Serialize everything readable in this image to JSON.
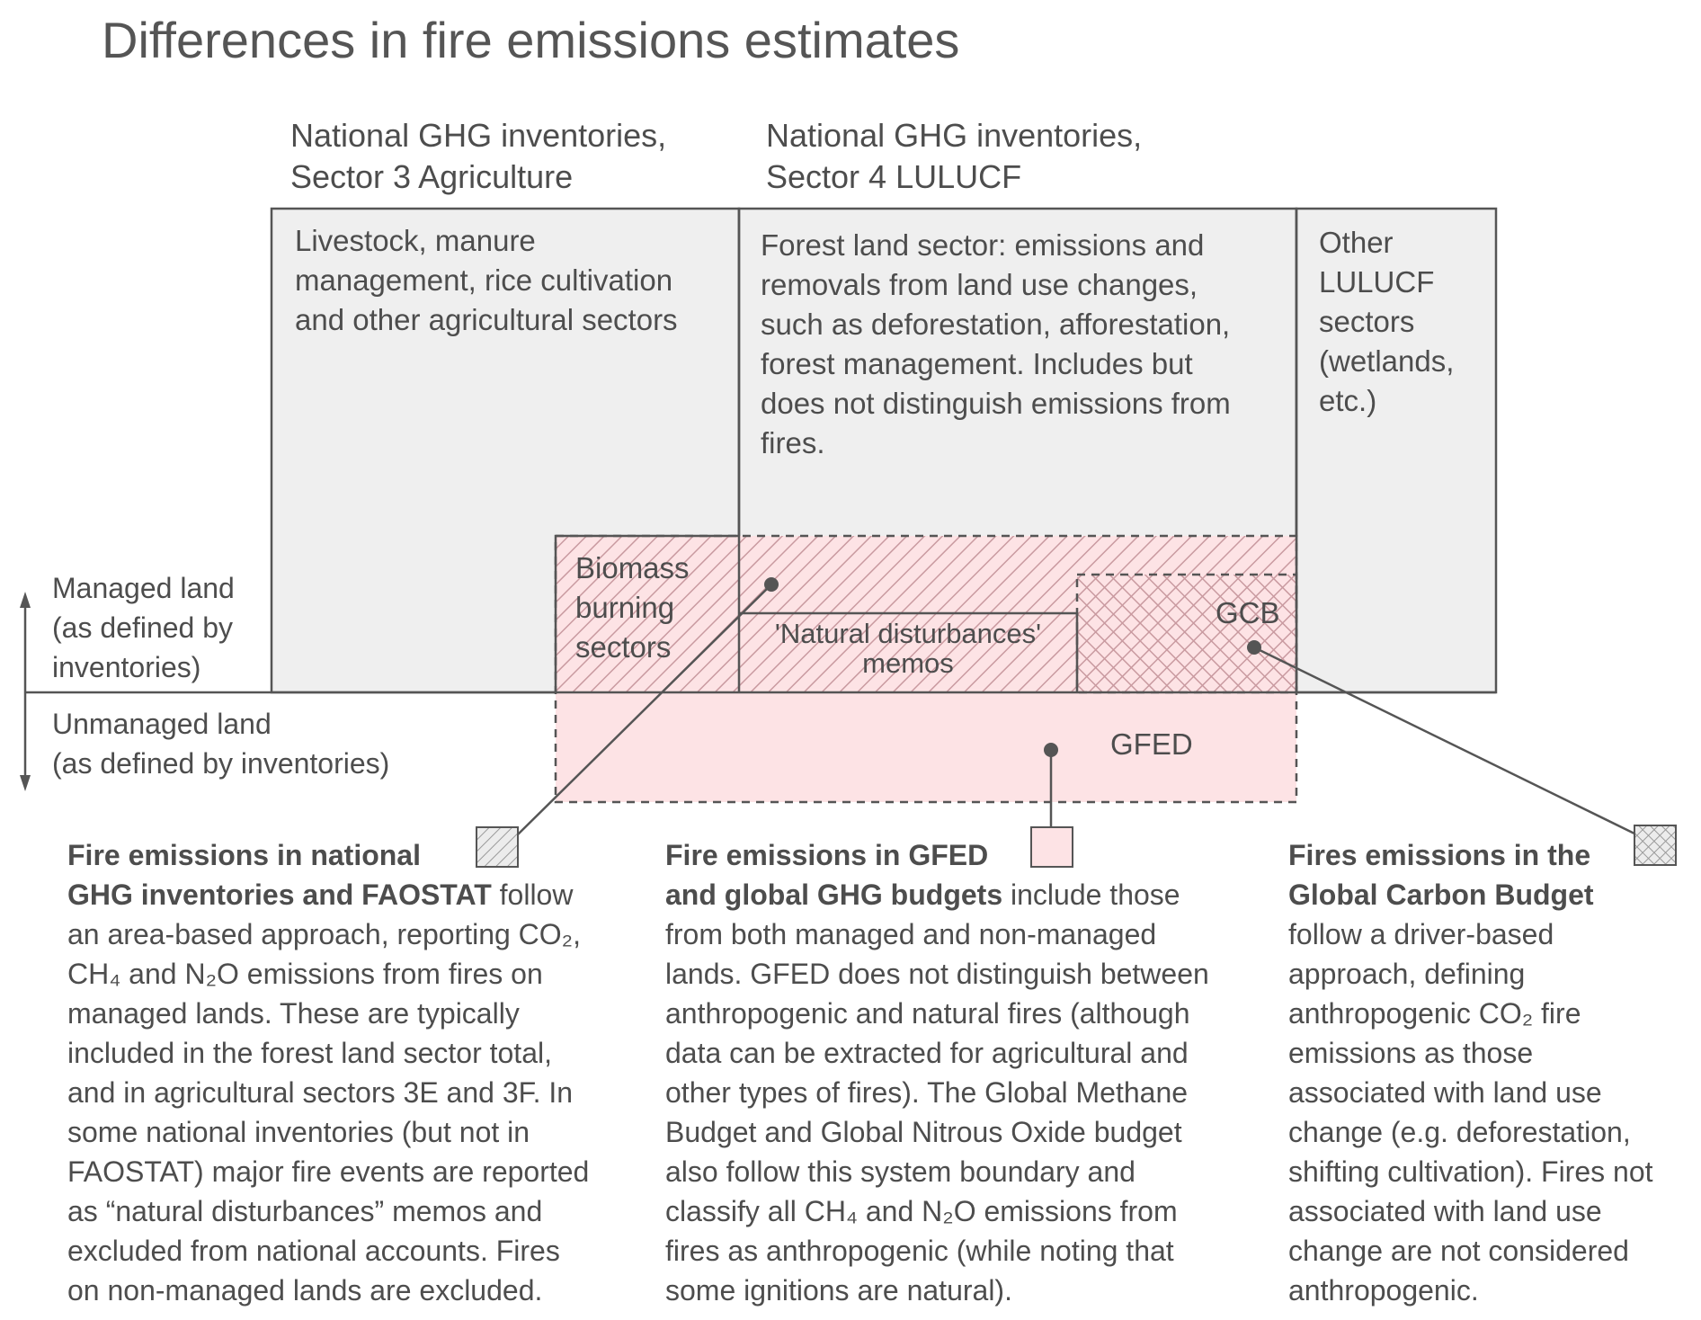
{
  "title": "Differences in fire emissions estimates",
  "headers": {
    "agriculture": [
      "National GHG inventories,",
      "Sector 3 Agriculture"
    ],
    "lulucf": [
      "National GHG inventories,",
      "Sector 4 LULUCF"
    ]
  },
  "boxes": {
    "livestock": [
      "Livestock, manure",
      "management, rice cultivation",
      "and other agricultural sectors"
    ],
    "forest": [
      "Forest land sector: emissions and",
      "removals from land use changes,",
      "such as deforestation, afforestation,",
      "forest management. Includes but",
      "does not distinguish emissions from",
      "fires."
    ],
    "other_lulucf": [
      "Other",
      "LULUCF",
      "sectors",
      "(wetlands,",
      "etc.)"
    ],
    "biomass": [
      "Biomass",
      "burning",
      "sectors"
    ],
    "natural_disturbances": [
      "'Natural disturbances'",
      "memos"
    ],
    "gcb": "GCB",
    "gfed": "GFED"
  },
  "side_labels": {
    "managed": [
      "Managed land",
      "(as defined by",
      "inventories)"
    ],
    "unmanaged": [
      "Unmanaged land",
      "(as defined by inventories)"
    ]
  },
  "paragraphs": {
    "inventories": {
      "bold": [
        "Fire emissions in national",
        "GHG inventories and FAOSTAT"
      ],
      "lead": " follow",
      "lines": [
        "an area-based approach, reporting CO₂,",
        "CH₄ and N₂O emissions from fires on",
        "managed lands. These are typically",
        "included in the forest land sector total,",
        "and in agricultural sectors 3E and 3F. In",
        "some national inventories (but not in",
        "FAOSTAT) major fire events are reported",
        "as “natural disturbances” memos and",
        "excluded from national accounts. Fires",
        "on non-managed lands are excluded."
      ]
    },
    "gfed": {
      "bold": [
        "Fire emissions in GFED",
        "and global GHG budgets"
      ],
      "lead": " include those",
      "lines": [
        "from both managed and non-managed",
        "lands. GFED does not distinguish between",
        "anthropogenic and natural fires (although",
        "data can be extracted for agricultural and",
        "other types of fires). The Global Methane",
        "Budget and Global Nitrous Oxide budget",
        "also follow this system boundary and",
        "classify all CH₄ and N₂O emissions from",
        "fires as anthropogenic (while noting that",
        "some ignitions are natural)."
      ]
    },
    "gcb": {
      "bold": [
        "Fires emissions in the",
        "Global Carbon Budget"
      ],
      "lead": "",
      "lines": [
        "follow a driver-based",
        "approach, defining",
        "anthropogenic CO₂ fire",
        "emissions as those",
        "associated with land use",
        "change (e.g. deforestation,",
        "shifting cultivation). Fires not",
        "associated with land use",
        "change are not considered",
        "anthropogenic."
      ]
    }
  },
  "colors": {
    "box_fill": "#efefef",
    "pink_fill": "#fde3e5",
    "outline": "#555555",
    "hatch": "#c99aa0"
  }
}
